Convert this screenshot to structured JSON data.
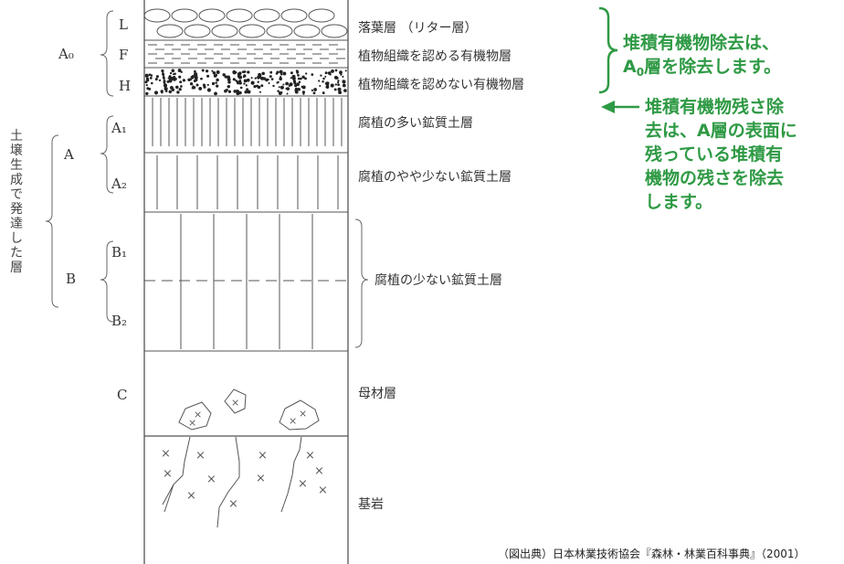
{
  "horizons": {
    "a0": "A₀",
    "l": "L",
    "f": "F",
    "h": "H",
    "a": "A",
    "a1": "A₁",
    "a2": "A₂",
    "b": "B",
    "b1": "B₁",
    "b2": "B₂",
    "c": "C"
  },
  "side_label": "土壌生成で発達した層",
  "descriptions": {
    "l": "落葉層 （リター層）",
    "f": "植物組織を認める有機物層",
    "h": "植物組織を認めない有機物層",
    "a1": "腐植の多い鉱質土層",
    "a2": "腐植のやや少ない鉱質土層",
    "b": "腐植の少ない鉱質土層",
    "c": "母材層",
    "bedrock": "基岩"
  },
  "notes": {
    "a0_line1": "堆積有機物除去は、",
    "a0_line2_prefix": "A",
    "a0_line2_sub": "0",
    "a0_line2_suffix": "層を除去します。",
    "a_lines": [
      "堆積有機物残さ除",
      "去は、A層の表面に",
      "残っている堆積有",
      "機物の残さを除去",
      "します。"
    ]
  },
  "source": "（図出典）日本林業技術協会『森林・林業百科事典』（2001）",
  "colors": {
    "green": "#2f9a45",
    "line": "#555555"
  }
}
